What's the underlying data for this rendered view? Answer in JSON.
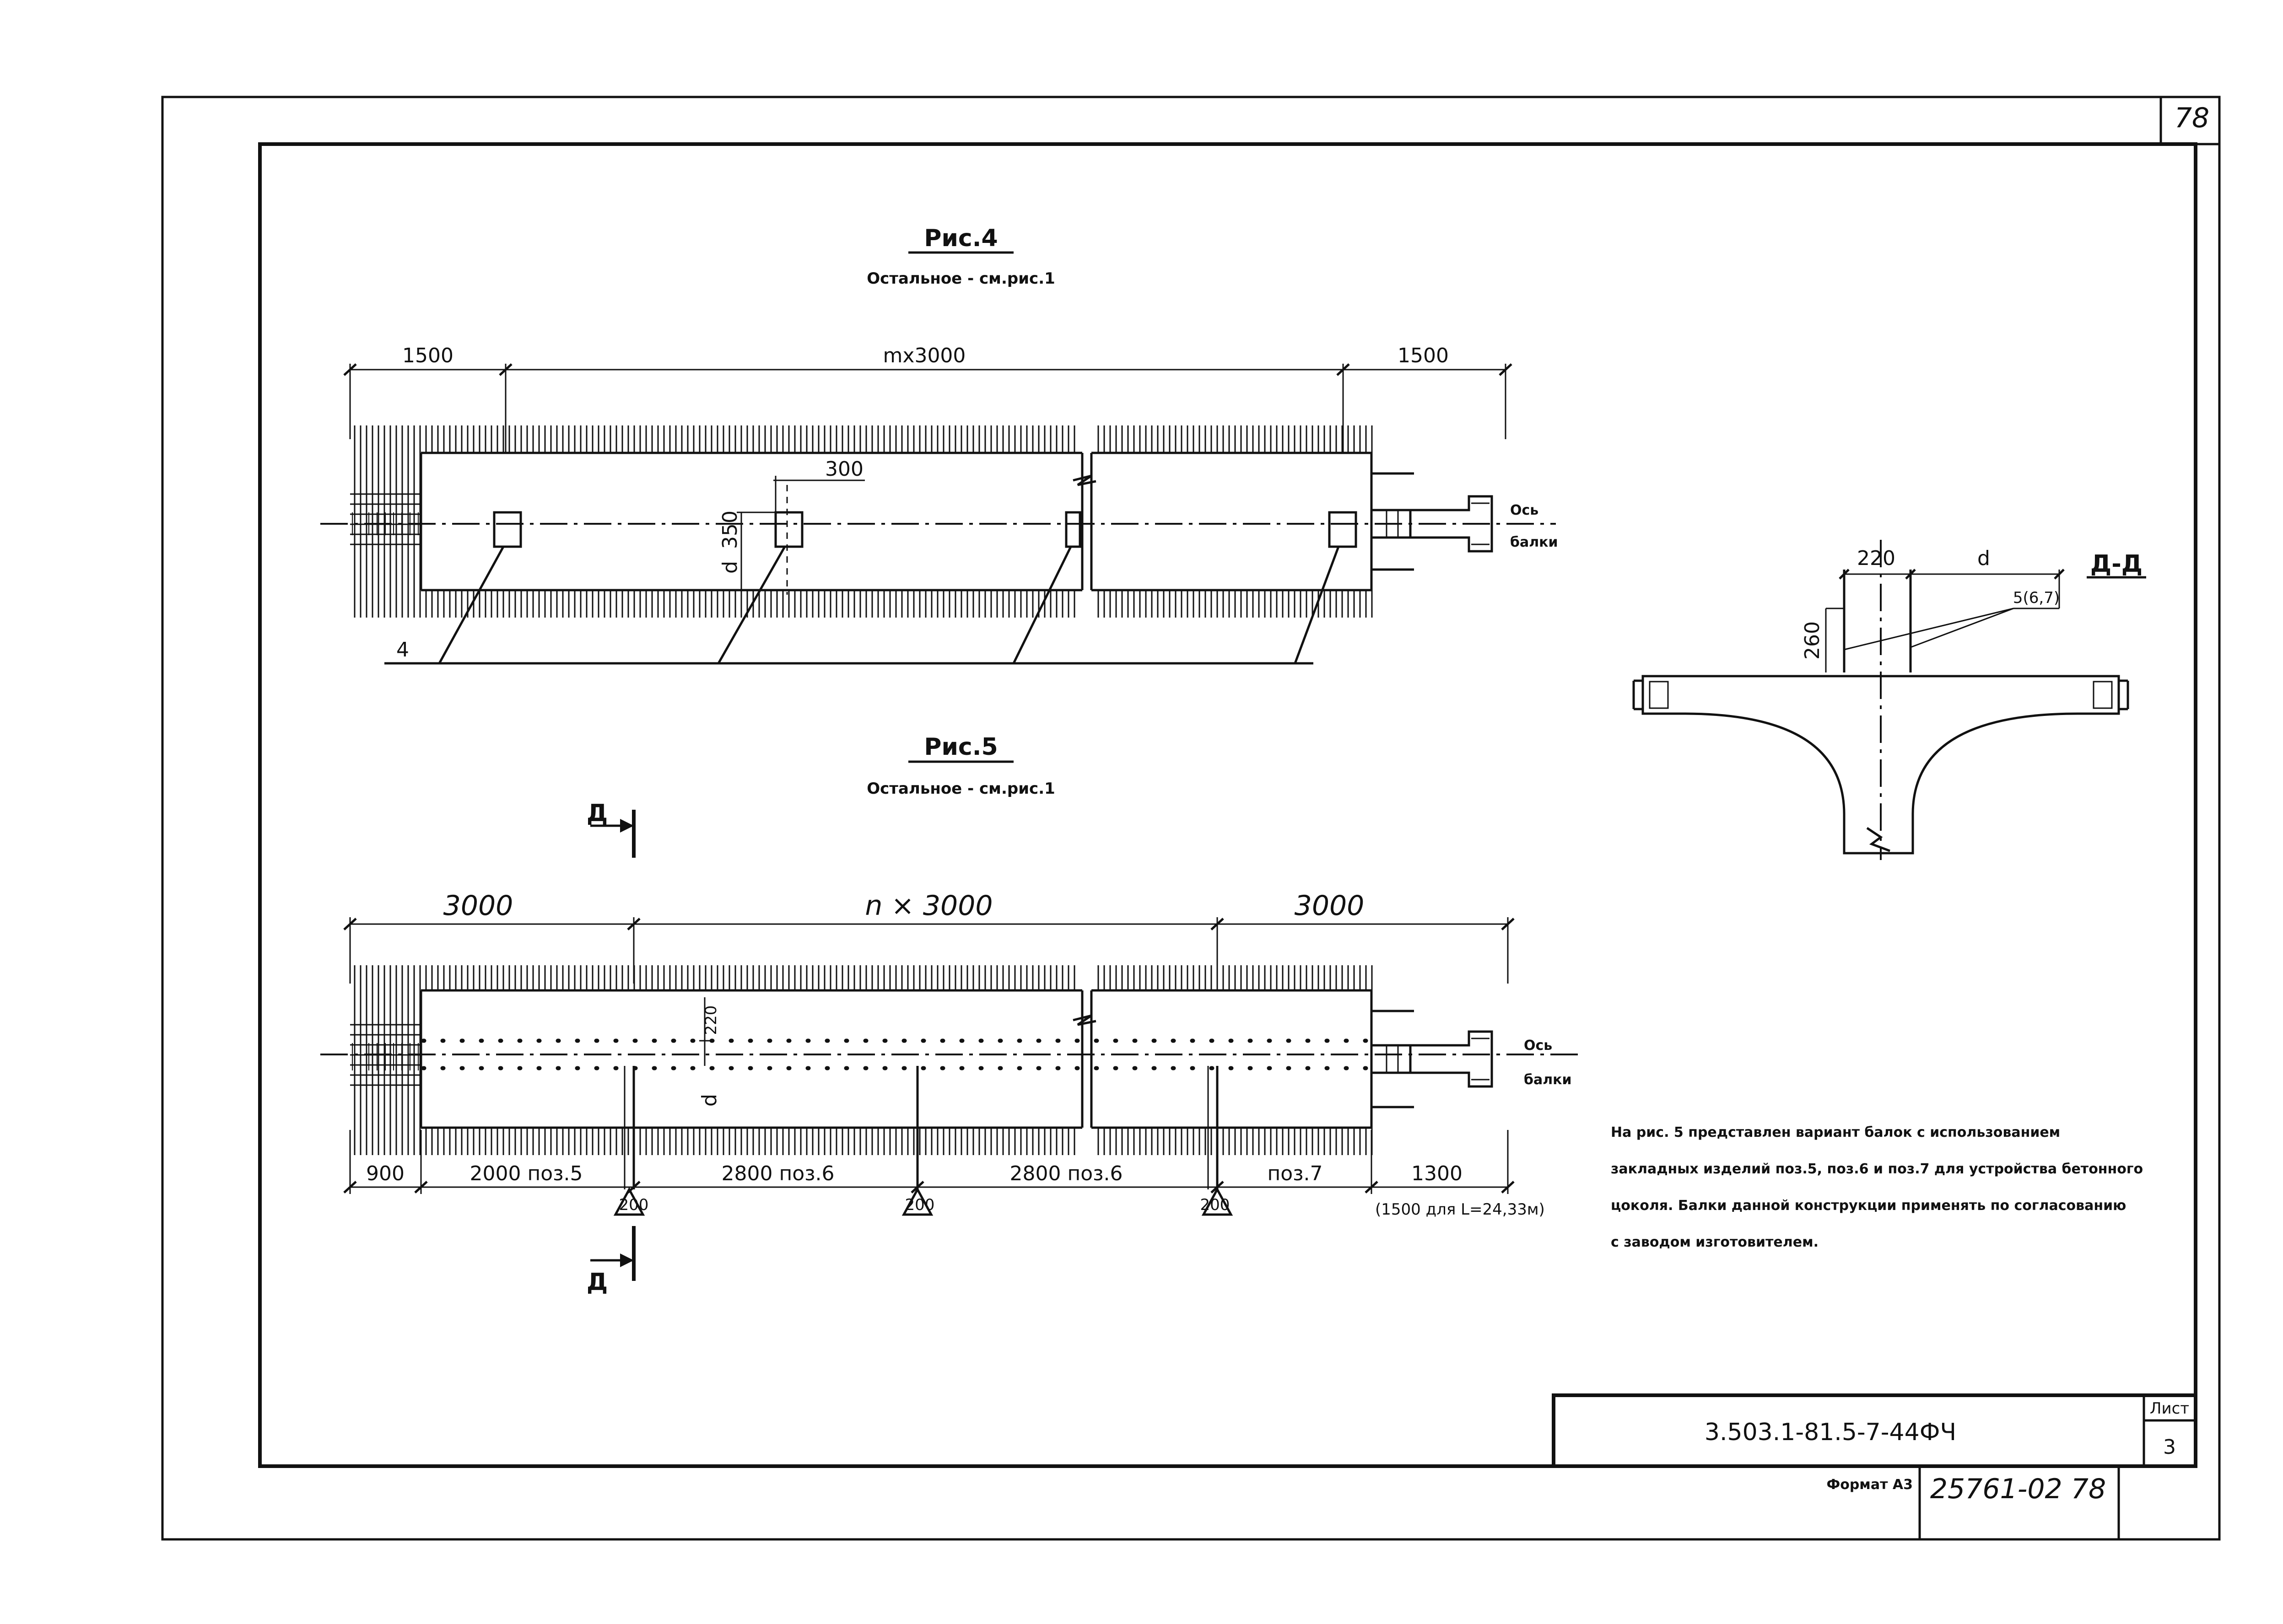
{
  "sheet": {
    "page_number": "78",
    "format_label": "Формат А3",
    "inventory_number": "25761-02 78",
    "document_code": "3.503.1-81.5-7-44ФЧ",
    "sheet_label": "Лист",
    "sheet_number": "3"
  },
  "fig4": {
    "title": "Рис.4",
    "subtitle": "Остальное - см.рис.1",
    "dim_left": "1500",
    "dim_middle": "mx3000",
    "dim_right": "1500",
    "dim_300": "300",
    "dim_350": "350",
    "dim_d": "d",
    "leader_label": "4",
    "axis_label_1": "Ось",
    "axis_label_2": "балки"
  },
  "fig5": {
    "title": "Рис.5",
    "subtitle": "Остальное - см.рис.1",
    "dim_left": "3000",
    "dim_middle": "n × 3000",
    "dim_right": "3000",
    "dim_220": "220",
    "dim_d": "d",
    "bottom_dims": [
      "900",
      "2000 поз.5",
      "2800 поз.6",
      "2800 поз.6",
      "поз.7",
      "1300"
    ],
    "support_labels": [
      "200",
      "200",
      "200"
    ],
    "note_1500": "(1500 для L=24,33м)",
    "section_mark": "Д",
    "axis_label_1": "Ось",
    "axis_label_2": "балки"
  },
  "section": {
    "title": "Д-Д",
    "dim_220": "220",
    "dim_d": "d",
    "dim_260": "260",
    "leader_label": "5(6,7)"
  },
  "note": {
    "lines": [
      "На рис. 5 представлен вариант балок с использованием",
      "закладных изделий поз.5, поз.6 и поз.7 для устройства бетонного",
      "цоколя. Балки данной конструкции применять по согласованию",
      "с заводом изготовителем."
    ]
  }
}
